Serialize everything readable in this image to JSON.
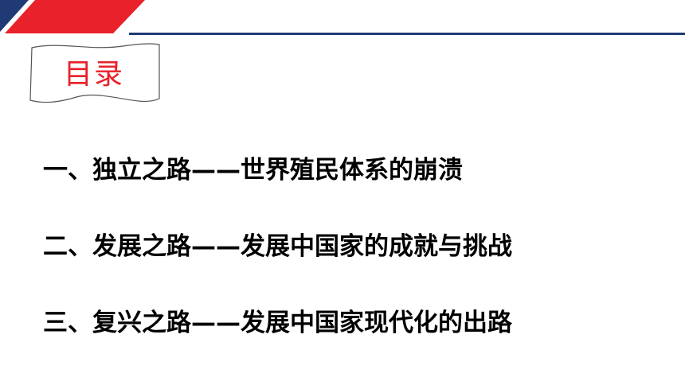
{
  "slide": {
    "banner_title": "目录",
    "toc_items": [
      "一、独立之路——世界殖民体系的崩溃",
      "二、发展之路——发展中国家的成就与挑战",
      "三、复兴之路——发展中国家现代化的出路"
    ]
  },
  "colors": {
    "navy": "#1f3a75",
    "red": "#e8212a",
    "text": "#000000"
  }
}
